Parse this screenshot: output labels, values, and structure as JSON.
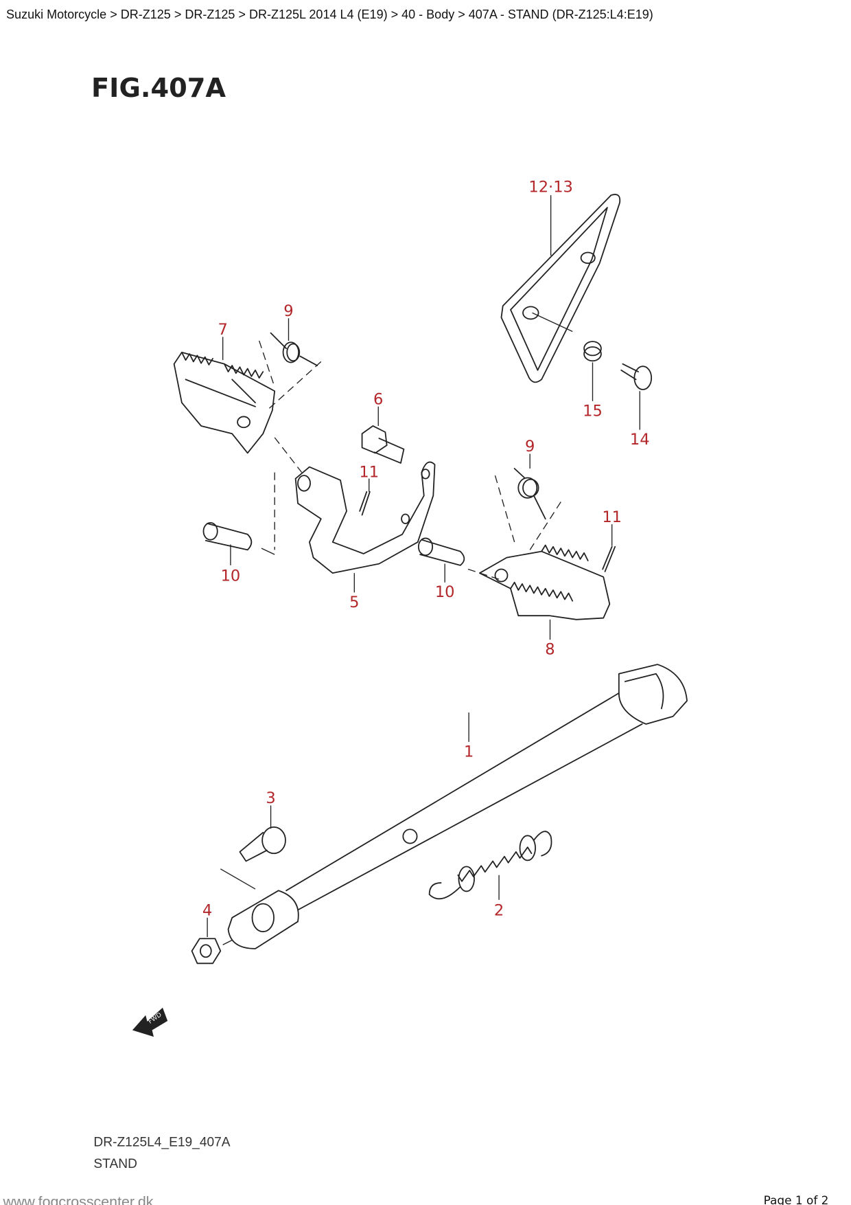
{
  "breadcrumb": "Suzuki Motorcycle > DR-Z125 > DR-Z125 > DR-Z125L 2014 L4 (E19) > 40 - Body > 407A - STAND (DR-Z125:L4:E19)",
  "figure_title": "FIG.407A",
  "callouts": {
    "c1213": "12·13",
    "c9a": "9",
    "c7": "7",
    "c6": "6",
    "c11a": "11",
    "c15": "15",
    "c14": "14",
    "c9b": "9",
    "c11b": "11",
    "c10a": "10",
    "c5": "5",
    "c10b": "10",
    "c8": "8",
    "c1": "1",
    "c3": "3",
    "c4": "4",
    "c2": "2"
  },
  "fwd_label": "FWD",
  "diagram_code": "DR-Z125L4_E19_407A",
  "diagram_name": "STAND",
  "website": "www.fogcrosscenter.dk",
  "page_indicator": "Page 1 of 2",
  "colors": {
    "callout": "#b3262a"
  }
}
